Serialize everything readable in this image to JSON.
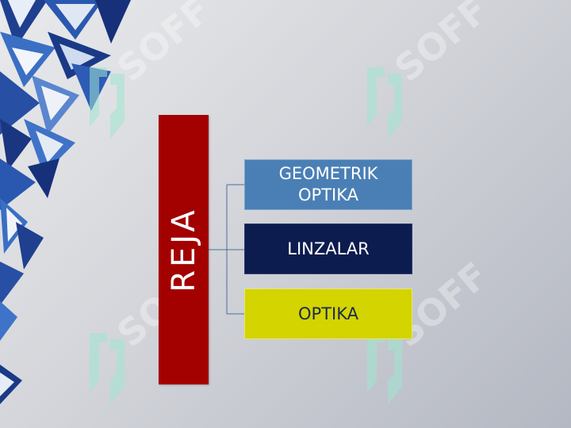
{
  "slide": {
    "title": "REJA",
    "items": [
      {
        "label": "GEOMETRIK\nOPTIKA"
      },
      {
        "label": "LINZALAR"
      },
      {
        "label": "OPTIKA"
      }
    ],
    "watermark_text": "SOFF"
  },
  "colors": {
    "title_bar": "#a30000",
    "item_1": "#4a7fb5",
    "item_2": "#0d1c4e",
    "item_3": "#d4d400",
    "connector": "#4a6f9a",
    "watermark": "#9ee6cf"
  }
}
